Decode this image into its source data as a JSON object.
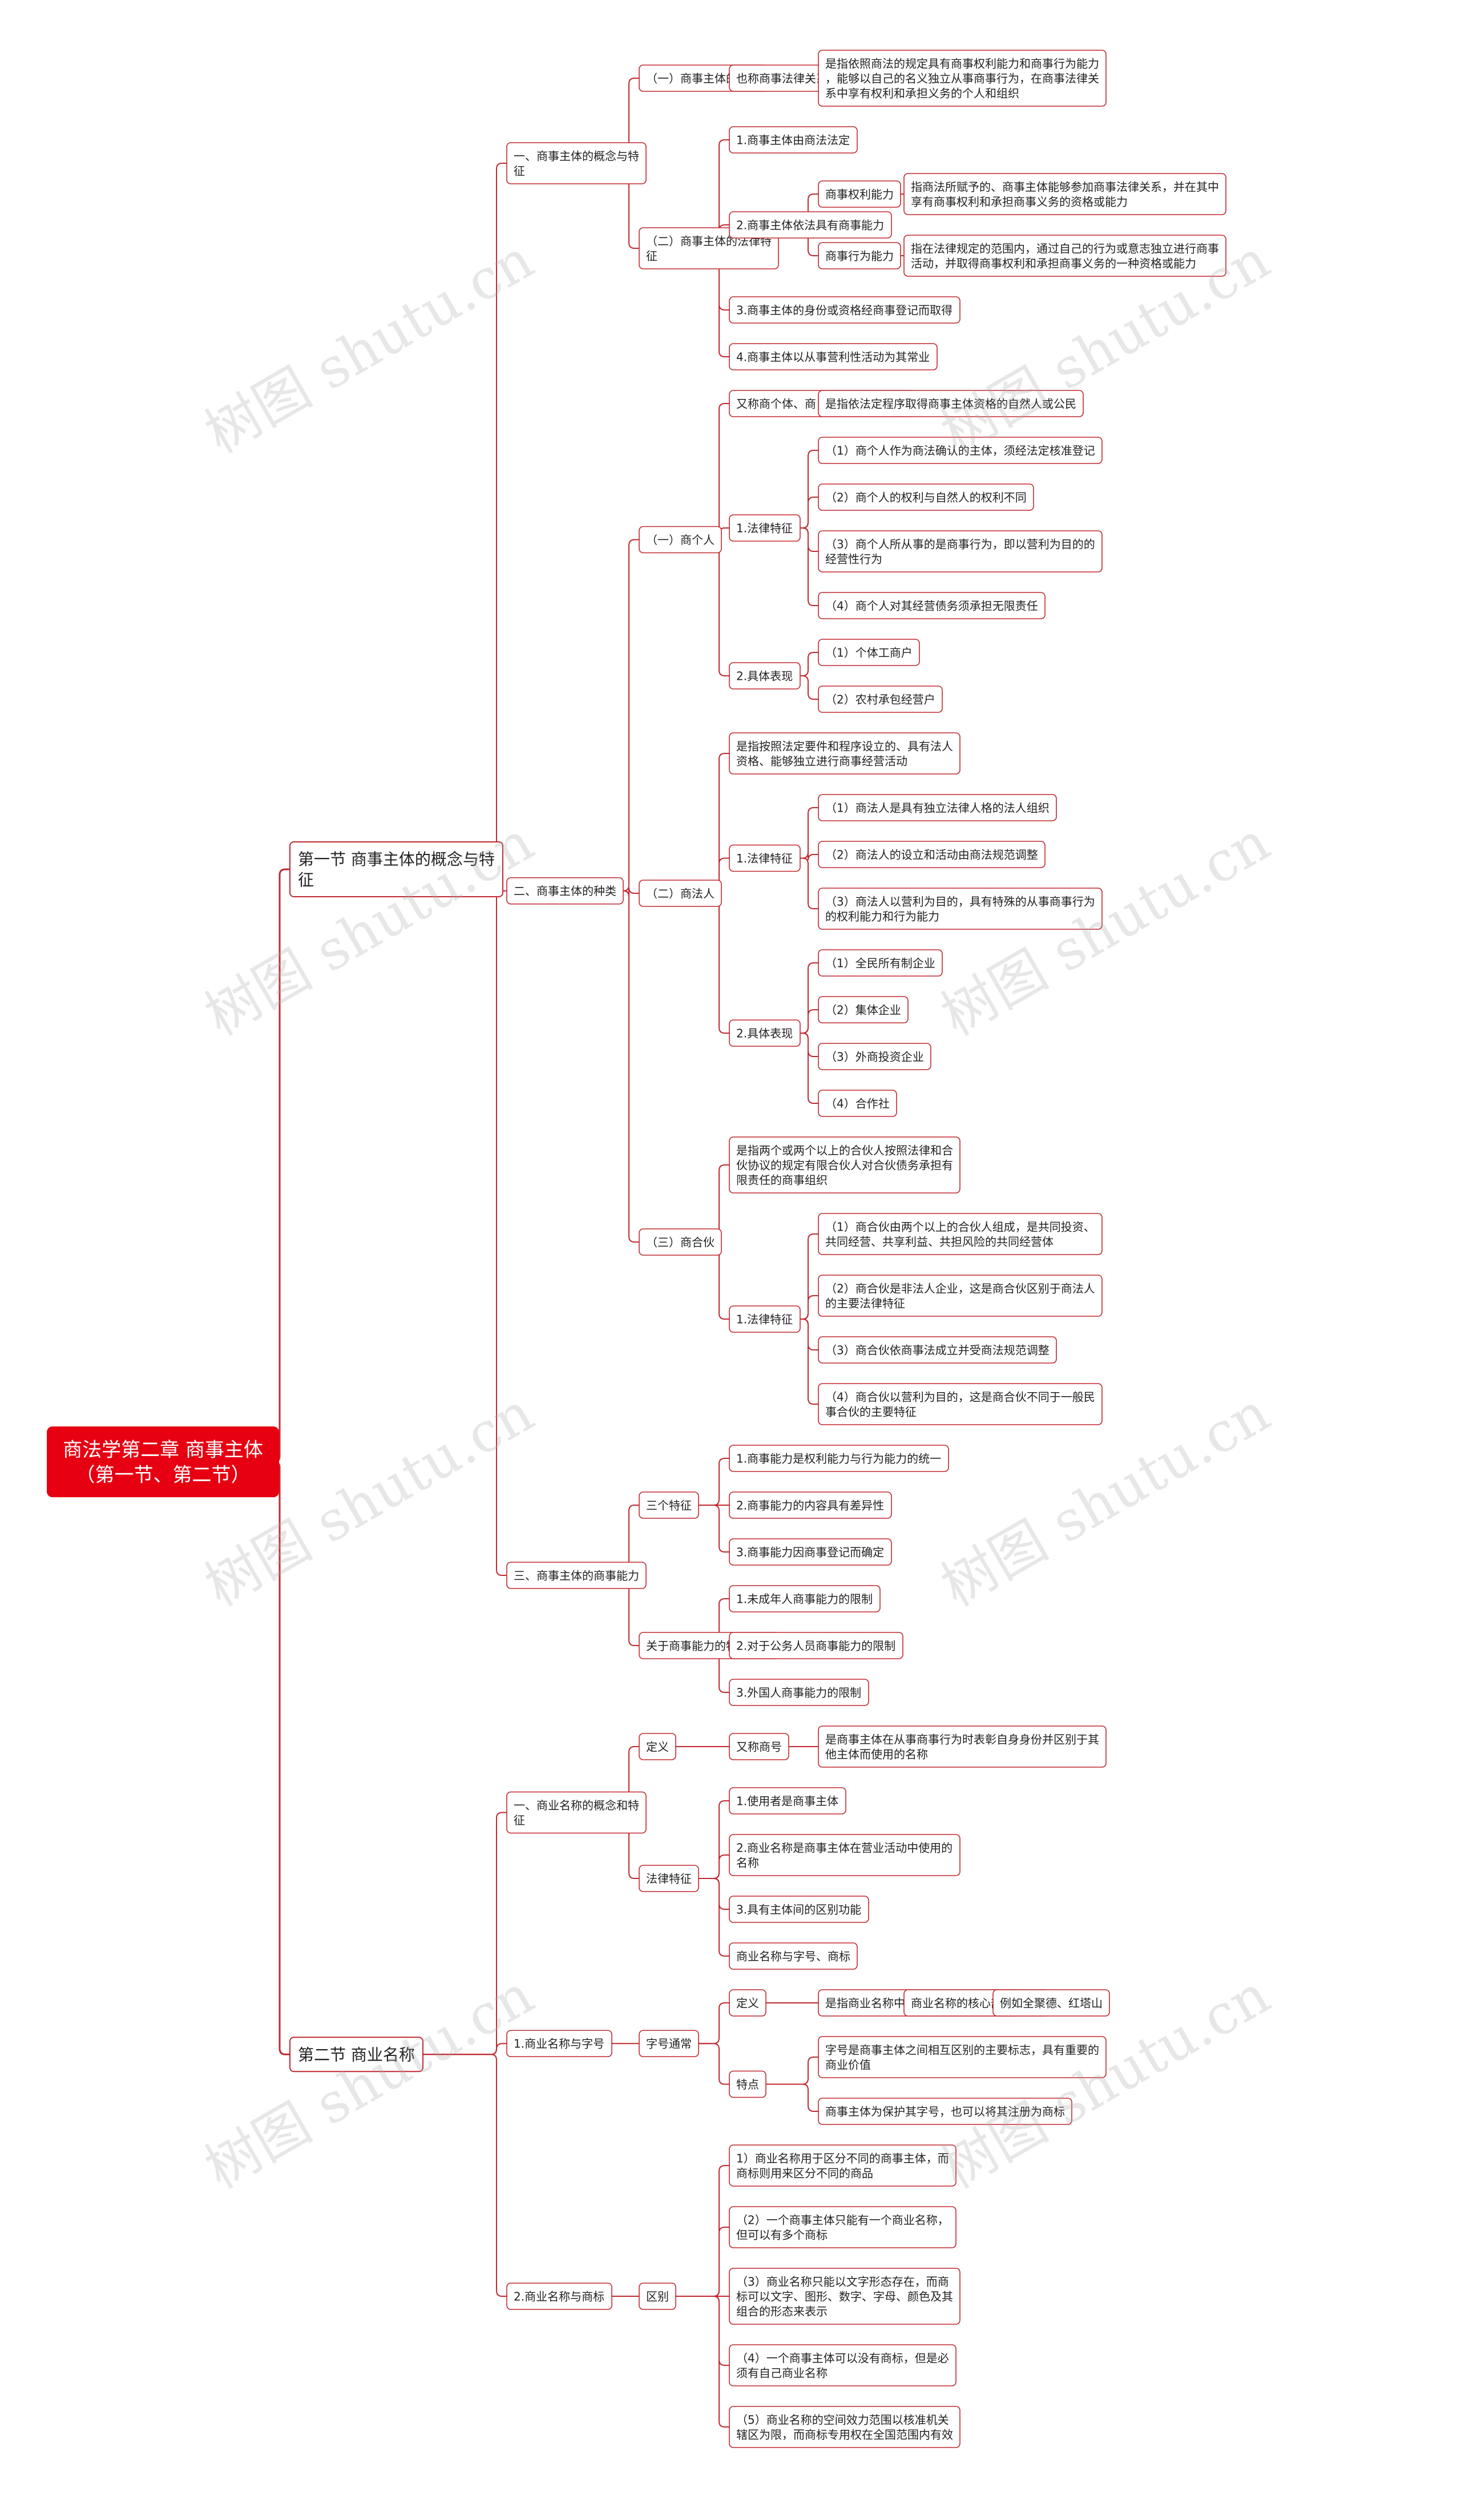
{
  "watermark": "树图 shutu.cn",
  "colors": {
    "line": "#c0292f",
    "root_fill": "#e60012",
    "root_text": "#ffffff",
    "node_text": "#222222",
    "node_fill": "#ffffff",
    "watermark": "#aaaaaa"
  },
  "root": {
    "label": "商法学第二章 商事主体\n（第一节、第二节）"
  },
  "sections": [
    {
      "label": "第一节 商事主体的概念与特征",
      "children": [
        {
          "label": "一、商事主体的概念与特征",
          "children": [
            {
              "label": "（一）商事主体的概念",
              "children": [
                {
                  "label": "也称商事法律关系主体、商主体",
                  "children": [
                    {
                      "label": "是指依照商法的规定具有商事权利能力和商事行为能力，能够以自己的名义独立从事商事行为，在商事法律关系中享有权利和承担义务的个人和组织"
                    }
                  ]
                }
              ]
            },
            {
              "label": "（二）商事主体的法律特征",
              "children": [
                {
                  "label": "1.商事主体由商法法定"
                },
                {
                  "label": "2.商事主体依法具有商事能力",
                  "children": [
                    {
                      "label": "商事权利能力",
                      "children": [
                        {
                          "label": "指商法所赋予的、商事主体能够参加商事法律关系，并在其中享有商事权利和承担商事义务的资格或能力"
                        }
                      ]
                    },
                    {
                      "label": "商事行为能力",
                      "children": [
                        {
                          "label": "指在法律规定的范围内，通过自己的行为或意志独立进行商事活动，并取得商事权利和承担商事义务的一种资格或能力"
                        }
                      ]
                    }
                  ]
                },
                {
                  "label": "3.商事主体的身份或资格经商事登记而取得"
                },
                {
                  "label": "4.商事主体以从事营利性活动为其常业"
                }
              ]
            }
          ]
        },
        {
          "label": "二、商事主体的种类",
          "children": [
            {
              "label": "（一）商个人",
              "children": [
                {
                  "label": "又称商个体、商自然人、个体商人",
                  "children": [
                    {
                      "label": "是指依法定程序取得商事主体资格的自然人或公民"
                    }
                  ]
                },
                {
                  "label": "1.法律特征",
                  "children": [
                    {
                      "label": "（1）商个人作为商法确认的主体，须经法定核准登记"
                    },
                    {
                      "label": "（2）商个人的权利与自然人的权利不同"
                    },
                    {
                      "label": "（3）商个人所从事的是商事行为，即以营利为目的的经营性行为"
                    },
                    {
                      "label": "（4）商个人对其经营债务须承担无限责任"
                    }
                  ]
                },
                {
                  "label": "2.具体表现",
                  "children": [
                    {
                      "label": "（1）个体工商户"
                    },
                    {
                      "label": "（2）农村承包经营户"
                    }
                  ]
                }
              ]
            },
            {
              "label": "（二）商法人",
              "children": [
                {
                  "label": "是指按照法定要件和程序设立的、具有法人资格、能够独立进行商事经营活动"
                },
                {
                  "label": "1.法律特征",
                  "children": [
                    {
                      "label": "（1）商法人是具有独立法律人格的法人组织"
                    },
                    {
                      "label": "（2）商法人的设立和活动由商法规范调整"
                    },
                    {
                      "label": "（3）商法人以营利为目的，具有特殊的从事商事行为的权利能力和行为能力"
                    }
                  ]
                },
                {
                  "label": "2.具体表现",
                  "children": [
                    {
                      "label": "（1）全民所有制企业"
                    },
                    {
                      "label": "（2）集体企业"
                    },
                    {
                      "label": "（3）外商投资企业"
                    },
                    {
                      "label": "（4）合作社"
                    }
                  ]
                }
              ]
            },
            {
              "label": "（三）商合伙",
              "children": [
                {
                  "label": "是指两个或两个以上的合伙人按照法律和合伙协议的规定有限合伙人对合伙债务承担有限责任的商事组织"
                },
                {
                  "label": "1.法律特征",
                  "children": [
                    {
                      "label": "（1）商合伙由两个以上的合伙人组成，是共同投资、共同经营、共享利益、共担风险的共同经营体"
                    },
                    {
                      "label": "（2）商合伙是非法人企业，这是商合伙区别于商法人的主要法律特征"
                    },
                    {
                      "label": "（3）商合伙依商事法成立并受商法规范调整"
                    },
                    {
                      "label": "（4）商合伙以营利为目的，这是商合伙不同于一般民事合伙的主要特征"
                    }
                  ]
                }
              ]
            }
          ]
        },
        {
          "label": "三、商事主体的商事能力",
          "children": [
            {
              "label": "三个特征",
              "children": [
                {
                  "label": "1.商事能力是权利能力与行为能力的统一"
                },
                {
                  "label": "2.商事能力的内容具有差异性"
                },
                {
                  "label": "3.商事能力因商事登记而确定"
                }
              ]
            },
            {
              "label": "关于商事能力的特别限制",
              "children": [
                {
                  "label": "1.未成年人商事能力的限制"
                },
                {
                  "label": "2.对于公务人员商事能力的限制"
                },
                {
                  "label": "3.外国人商事能力的限制"
                }
              ]
            }
          ]
        }
      ]
    },
    {
      "label": "第二节 商业名称",
      "children": [
        {
          "label": "一、商业名称的概念和特征",
          "children": [
            {
              "label": "定义",
              "children": [
                {
                  "label": "又称商号",
                  "children": [
                    {
                      "label": "是商事主体在从事商事行为时表彰自身身份并区别于其他主体而使用的名称"
                    }
                  ]
                }
              ]
            },
            {
              "label": "法律特征",
              "children": [
                {
                  "label": "1.使用者是商事主体"
                },
                {
                  "label": "2.商业名称是商事主体在营业活动中使用的名称"
                },
                {
                  "label": "3.具有主体间的区别功能"
                },
                {
                  "label": "商业名称与字号、商标"
                }
              ]
            }
          ]
        },
        {
          "label": "1.商业名称与字号",
          "children": [
            {
              "label": "字号通常",
              "children": [
                {
                  "label": "定义",
                  "children": [
                    {
                      "label": "是指商业名称中的表彰商事主体的特殊文字",
                      "children": [
                        {
                          "label": "商业名称的核心部分",
                          "children": [
                            {
                              "label": "例如全聚德、红塔山"
                            }
                          ]
                        }
                      ]
                    }
                  ]
                },
                {
                  "label": "特点",
                  "children": [
                    {
                      "label": "字号是商事主体之间相互区别的主要标志，具有重要的商业价值"
                    },
                    {
                      "label": "商事主体为保护其字号，也可以将其注册为商标"
                    }
                  ]
                }
              ]
            }
          ]
        },
        {
          "label": "2.商业名称与商标",
          "children": [
            {
              "label": "区别",
              "children": [
                {
                  "label": "1）商业名称用于区分不同的商事主体，而商标则用来区分不同的商品"
                },
                {
                  "label": "（2）一个商事主体只能有一个商业名称，但可以有多个商标"
                },
                {
                  "label": "（3）商业名称只能以文字形态存在，而商标可以文字、图形、数字、字母、颜色及其组合的形态来表示"
                },
                {
                  "label": "（4）一个商事主体可以没有商标，但是必须有自己商业名称"
                },
                {
                  "label": "（5）商业名称的空间效力范围以核准机关辖区为限，而商标专用权在全国范围内有效"
                }
              ]
            }
          ]
        }
      ]
    }
  ]
}
